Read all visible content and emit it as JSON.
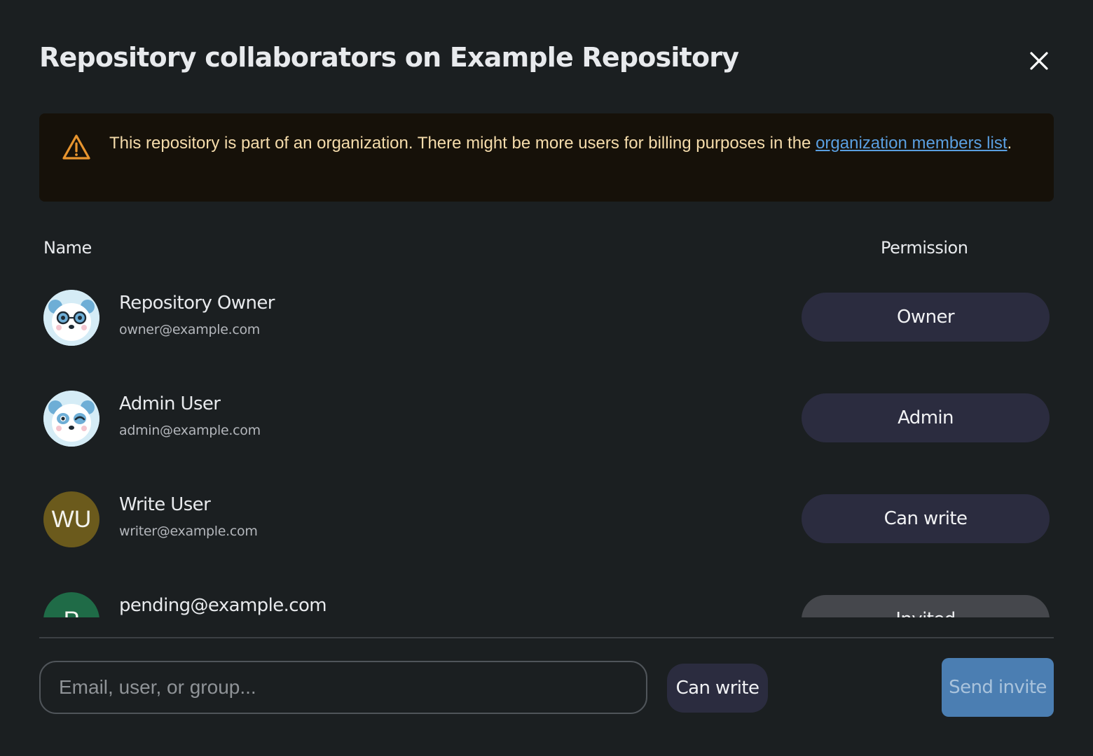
{
  "dialog": {
    "title": "Repository collaborators on Example Repository",
    "close_icon": "close-icon"
  },
  "banner": {
    "icon": "warning-triangle-icon",
    "text": "This repository is part of an organization. There might be more users for billing purposes in the ",
    "link_text": "organization members list",
    "suffix": ".",
    "colors": {
      "background": "#161109",
      "text": "#f5dcab",
      "icon": "#e8952f",
      "link": "#5a9fe0"
    }
  },
  "table": {
    "name_header": "Name",
    "permission_header": "Permission",
    "rows": [
      {
        "name": "Repository Owner",
        "email": "owner@example.com",
        "avatar": "panda-glasses-avatar",
        "permission": "Owner"
      },
      {
        "name": "Admin User",
        "email": "admin@example.com",
        "avatar": "panda-wink-avatar",
        "permission": "Admin"
      },
      {
        "name": "Write User",
        "email": "writer@example.com",
        "avatar_initials": "WU",
        "avatar_color": "#6b5a1c",
        "permission": "Can write"
      },
      {
        "name": "pending@example.com",
        "avatar_initials": "P",
        "avatar_color": "#1f6b47",
        "permission": "Invited"
      }
    ]
  },
  "invite": {
    "input_placeholder": "Email, user, or group...",
    "input_value": "",
    "role_label": "Can write",
    "send_label": "Send invite",
    "send_color": "#4b7eb2"
  }
}
